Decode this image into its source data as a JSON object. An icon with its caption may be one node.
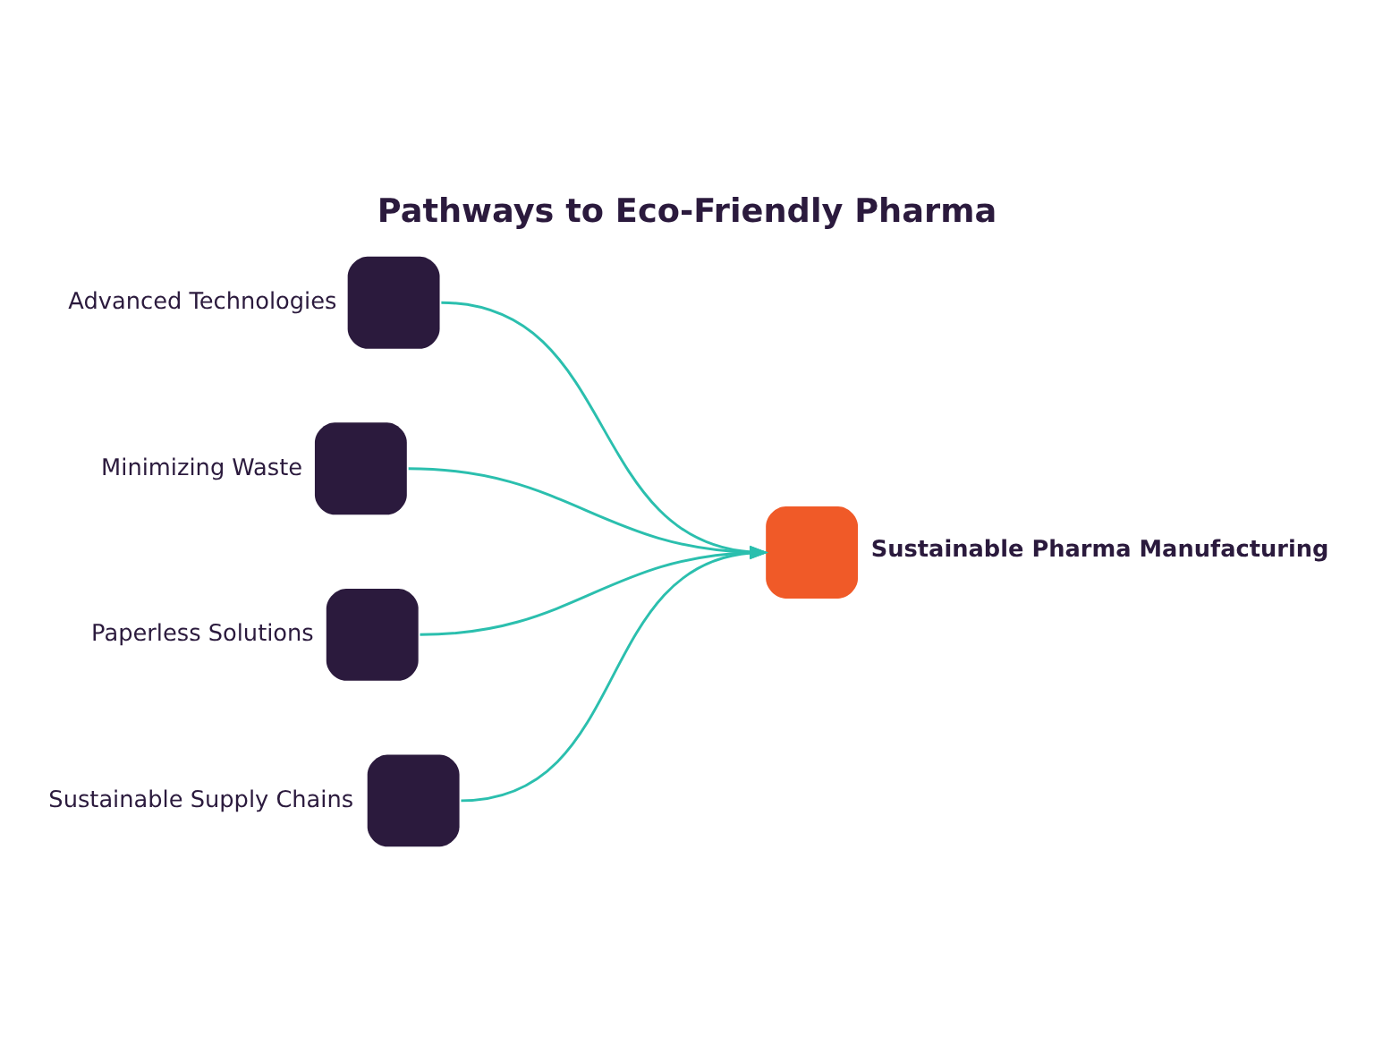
{
  "diagram": {
    "title": "Pathways to Eco-Friendly Pharma",
    "nodes": [
      {
        "text": [
          "Advanced Technologies"
        ]
      },
      {
        "text": [
          "Minimizing Waste"
        ]
      },
      {
        "text": [
          "Paperless Solutions"
        ]
      },
      {
        "text": [
          "Sustainable Supply Chains"
        ]
      },
      {
        "text": [
          "Sustainable Pharma Manufacturing"
        ]
      }
    ],
    "edges": [
      {
        "from": 0,
        "to": 4,
        "arrow": "to"
      },
      {
        "from": 1,
        "to": 4,
        "arrow": "to"
      },
      {
        "from": 2,
        "to": 4,
        "arrow": "to"
      },
      {
        "from": 3,
        "to": 4,
        "arrow": "to"
      }
    ]
  }
}
